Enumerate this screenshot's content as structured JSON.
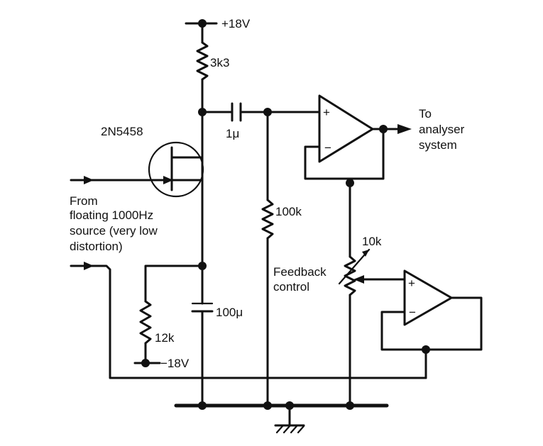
{
  "labels": {
    "vplus": "+18V",
    "r_drain": "3k3",
    "c_coupling": "1μ",
    "fet": "2N5458",
    "r_bias": "100k",
    "to_line1": "To",
    "to_line2": "analyser",
    "to_line3": "system",
    "from_line1": "From",
    "from_line2": "floating 1000Hz",
    "from_line3": "source (very low",
    "from_line4": "distortion)",
    "pot_value": "10k",
    "feedback_line1": "Feedback",
    "feedback_line2": "control",
    "c_source": "100μ",
    "r_source": "12k",
    "vminus": "−18V",
    "op_plus": "+",
    "op_minus": "−"
  }
}
